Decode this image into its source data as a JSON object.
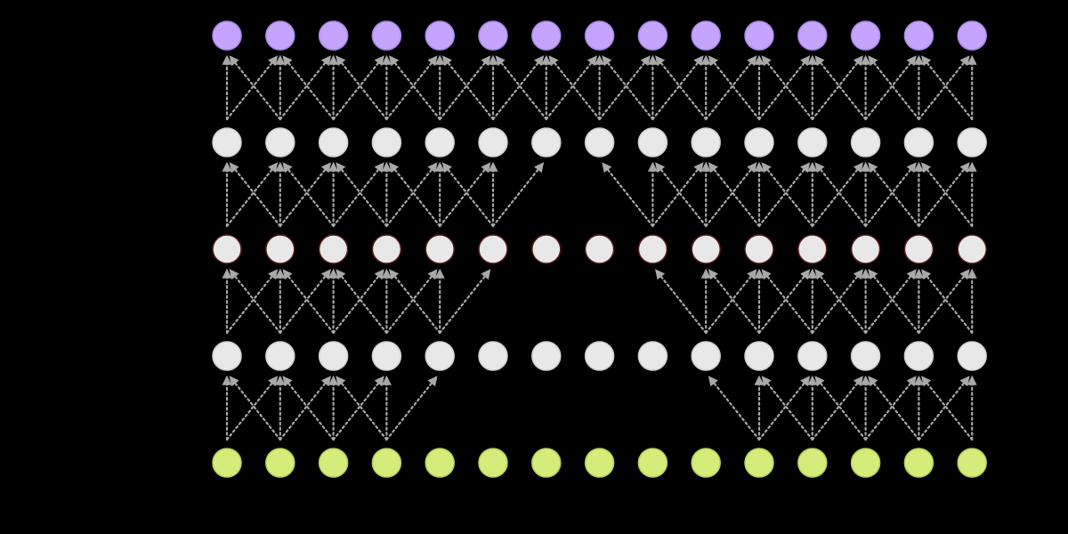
{
  "diagram": {
    "layer_count": 5,
    "nodes_per_layer": 15,
    "layers": [
      {
        "role": "output",
        "fill": "#c4a4ff",
        "stroke": "#a98ae6",
        "active": [
          0,
          1,
          2,
          3,
          4,
          5,
          6,
          7,
          8,
          9,
          10,
          11,
          12,
          13,
          14
        ]
      },
      {
        "role": "hidden",
        "fill": "#e8e8e8",
        "stroke": "#cfcfcf",
        "active": [
          0,
          1,
          2,
          3,
          4,
          5,
          6,
          7,
          8,
          9,
          10,
          11,
          12,
          13,
          14
        ]
      },
      {
        "role": "hidden",
        "fill": "#e8e8e8",
        "stroke": "#5a1a1a",
        "active": [
          0,
          1,
          2,
          3,
          4,
          5,
          6,
          7,
          8,
          9,
          10,
          11,
          12,
          13,
          14
        ]
      },
      {
        "role": "hidden",
        "fill": "#e8e8e8",
        "stroke": "#cfcfcf",
        "active": [
          0,
          1,
          2,
          3,
          4,
          5,
          6,
          7,
          8,
          9,
          10,
          11,
          12,
          13,
          14
        ]
      },
      {
        "role": "input",
        "fill": "#d4ec7a",
        "stroke": "#b7d05c",
        "active": [
          0,
          1,
          2,
          3,
          4,
          5,
          6,
          7,
          8,
          9,
          10,
          11,
          12,
          13,
          14
        ]
      }
    ],
    "edge_groups": [
      {
        "from_layer": 1,
        "to_layer": 0,
        "left_span": [
          0,
          6
        ],
        "right_span": [
          7,
          14
        ]
      },
      {
        "from_layer": 2,
        "to_layer": 1,
        "left_span": [
          0,
          5
        ],
        "right_span": [
          8,
          14
        ]
      },
      {
        "from_layer": 3,
        "to_layer": 2,
        "left_span": [
          0,
          4
        ],
        "right_span": [
          9,
          14
        ]
      },
      {
        "from_layer": 4,
        "to_layer": 3,
        "left_span": [
          0,
          3
        ],
        "right_span": [
          10,
          14
        ]
      }
    ],
    "edge_color": "#a8a8a8",
    "background": "#000000"
  }
}
